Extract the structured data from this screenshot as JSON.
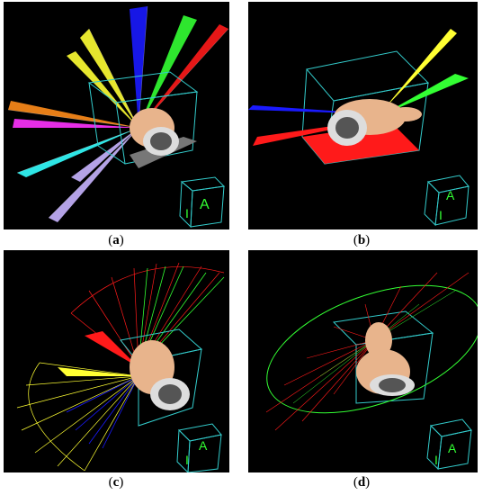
{
  "panels": [
    {
      "id": "a",
      "caption": "a"
    },
    {
      "id": "b",
      "caption": "b"
    },
    {
      "id": "c",
      "caption": "c"
    },
    {
      "id": "d",
      "caption": "d"
    }
  ],
  "orientation_cube_letters": [
    "A",
    "I"
  ],
  "colors": {
    "background": "#000000",
    "box": "#33cccc",
    "skin": "#e8b48c",
    "red": "#ff1a1a",
    "green": "#33ff33",
    "blue": "#1a1aff",
    "yellow": "#ffff33",
    "cyan": "#33ffff",
    "magenta": "#ff33ff",
    "orange": "#ff8c1a",
    "lavender": "#c8b4ff"
  }
}
